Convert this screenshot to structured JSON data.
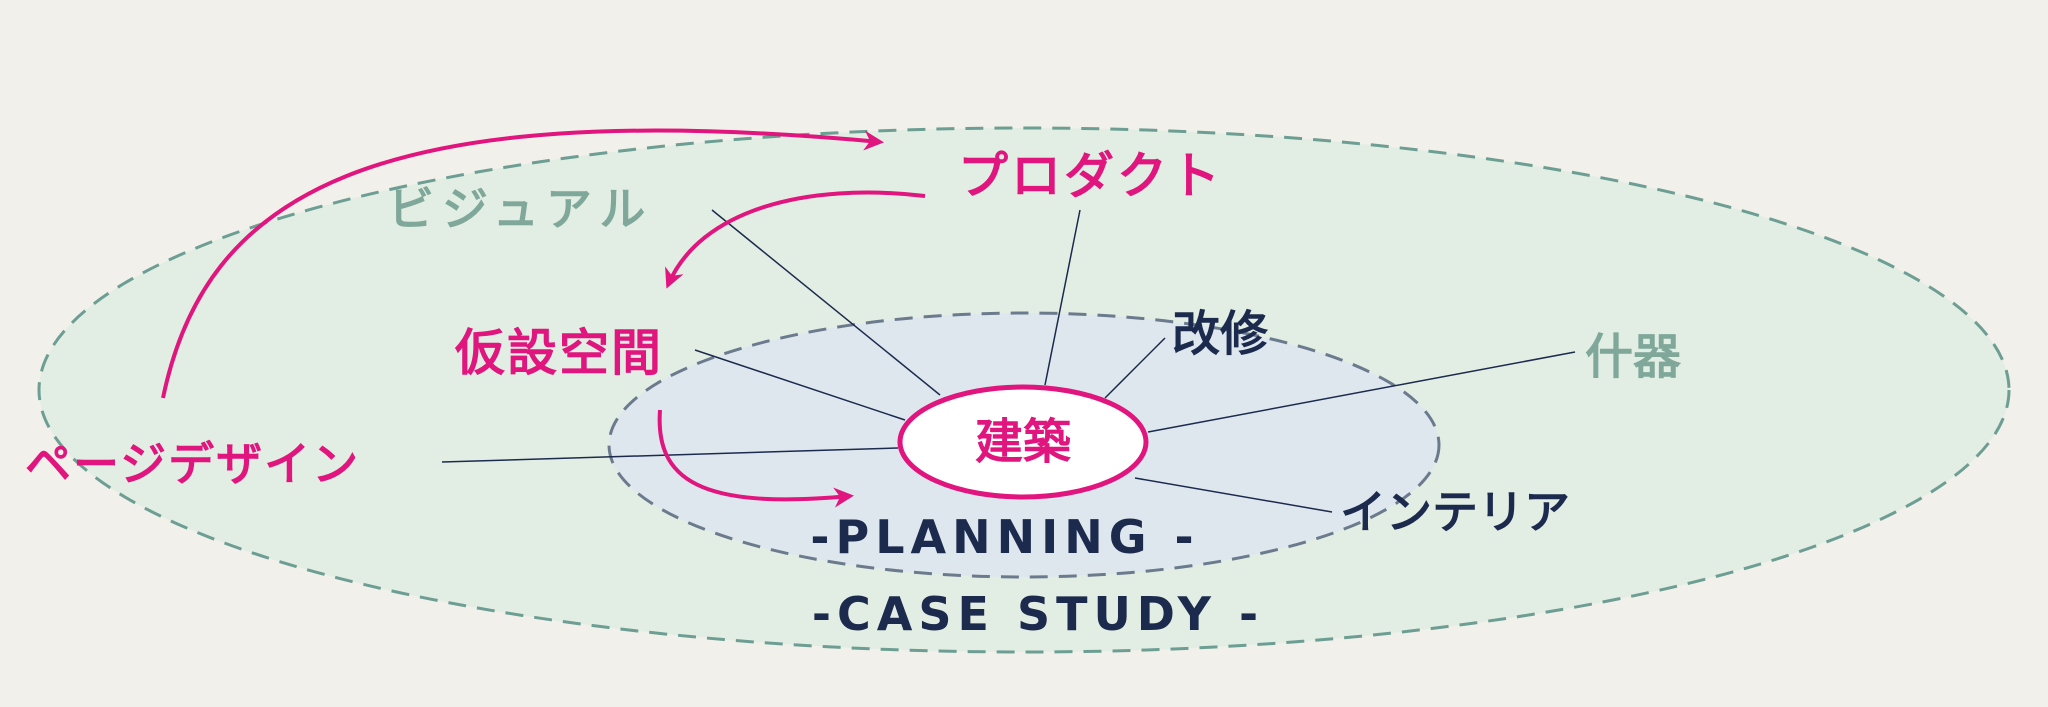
{
  "colors": {
    "pink": "#e0157e",
    "teal": "#7fa89b",
    "navy": "#1c2a4e",
    "outer_fill": "#e2eee4",
    "outer_stroke": "#6d9e93",
    "inner_fill": "#dee7ee",
    "inner_stroke": "#6c7a8e",
    "background": "#f2f0ea"
  },
  "center": {
    "label": "建築"
  },
  "labels": {
    "product": "プロダクト",
    "visual": "ビジュアル",
    "temporary_space": "仮設空間",
    "renovation": "改修",
    "furniture": "什器",
    "page_design": "ページデザイン",
    "interior": "インテリア"
  },
  "captions": {
    "planning": "-PLANNING -",
    "case_study": "-CASE STUDY -"
  }
}
